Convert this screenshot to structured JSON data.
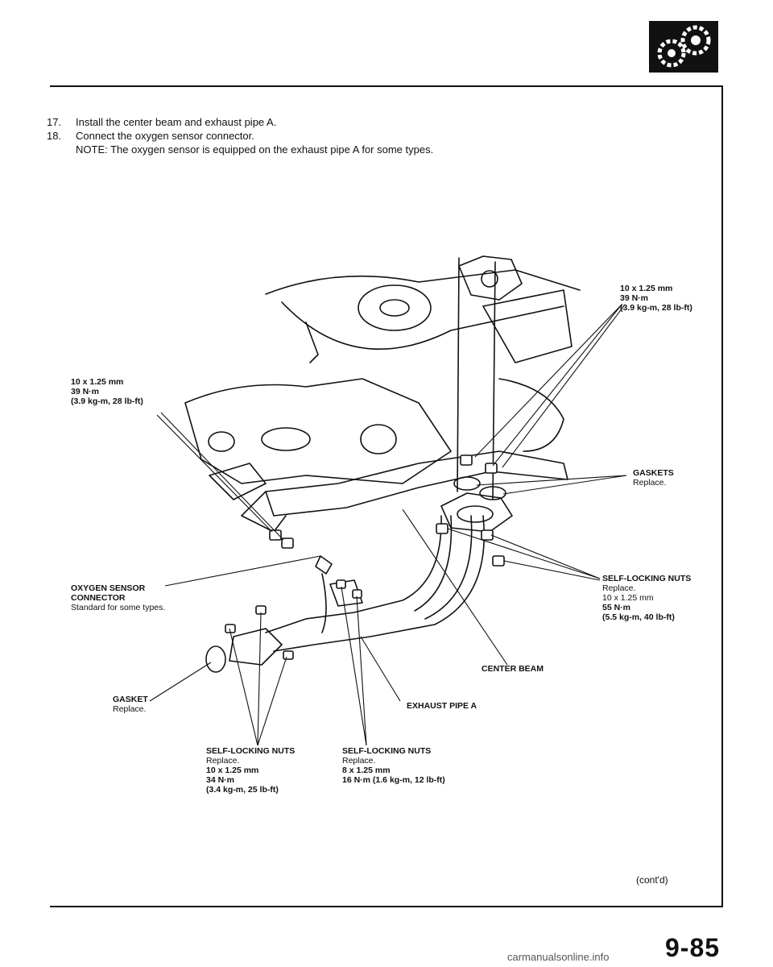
{
  "steps": [
    {
      "num": "17.",
      "text": "Install the center beam and exhaust pipe A."
    },
    {
      "num": "18.",
      "text": "Connect the oxygen sensor connector."
    }
  ],
  "note": "NOTE: The oxygen sensor is equipped on the exhaust pipe A for some types.",
  "callouts": {
    "bolt_right": {
      "l1": "10 x 1.25 mm",
      "l2": "39 N·m",
      "l3": "(3.9 kg-m, 28 lb-ft)"
    },
    "bolt_left": {
      "l1": "10 x 1.25 mm",
      "l2": "39 N·m",
      "l3": "(3.9 kg-m, 28 lb-ft)"
    },
    "gaskets": {
      "title": "GASKETS",
      "sub": "Replace."
    },
    "nuts_right": {
      "title": "SELF-LOCKING NUTS",
      "sub": "Replace.",
      "l1": "10 x 1.25 mm",
      "l2": "55 N·m",
      "l3": "(5.5 kg-m, 40 lb-ft)"
    },
    "oxygen": {
      "l1": "OXYGEN SENSOR",
      "l2": "CONNECTOR",
      "l3": "Standard for some types."
    },
    "center_beam": {
      "title": "CENTER BEAM"
    },
    "gasket": {
      "title": "GASKET",
      "sub": "Replace."
    },
    "exhaust": {
      "title": "EXHAUST PIPE A"
    },
    "nuts_bl": {
      "title": "SELF-LOCKING NUTS",
      "sub": "Replace.",
      "l1": "10 x 1.25 mm",
      "l2": "34 N·m",
      "l3": "(3.4 kg-m, 25 lb-ft)"
    },
    "nuts_bc": {
      "title": "SELF-LOCKING NUTS",
      "sub": "Replace.",
      "l1": "8 x 1.25 mm",
      "l2": "16 N·m (1.6 kg-m, 12 lb-ft)"
    }
  },
  "footer": {
    "cont": "(cont'd)",
    "page": "9-85",
    "watermark": "carmanualsonline.info"
  }
}
